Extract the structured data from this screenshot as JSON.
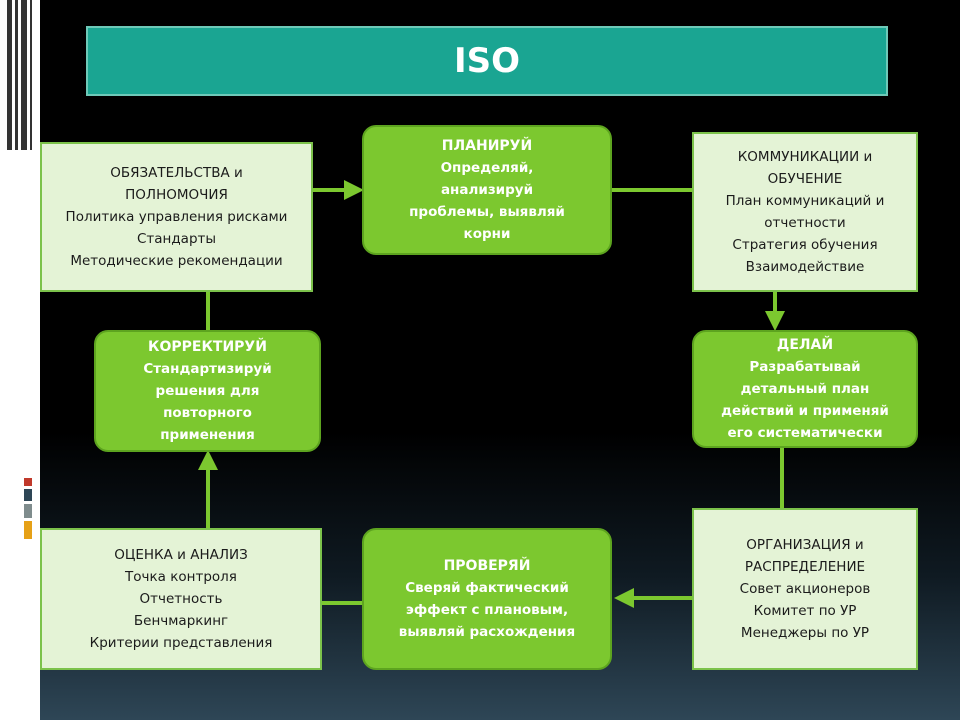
{
  "title": "ISO",
  "colors": {
    "title_bg": "#1aa592",
    "green_box": "#7cc82f",
    "light_box": "#e4f3d6",
    "connector": "#7cc82f"
  },
  "boxes": {
    "obligations": {
      "lines": [
        "ОБЯЗАТЕЛЬСТВА и",
        "ПОЛНОМОЧИЯ",
        "Политика управления рисками",
        "Стандарты",
        "Методические рекомендации"
      ]
    },
    "plan": {
      "lines": [
        "ПЛАНИРУЙ",
        "Определяй,",
        "анализируй",
        "проблемы, выявляй",
        "корни"
      ]
    },
    "communications": {
      "lines": [
        "КОММУНИКАЦИИ и",
        "ОБУЧЕНИЕ",
        "План коммуникаций и",
        "отчетности",
        "Стратегия обучения",
        "Взаимодействие"
      ]
    },
    "correct": {
      "lines": [
        "КОРРЕКТИРУЙ",
        "Стандартизируй",
        "решения для",
        "повторного",
        "применения"
      ]
    },
    "do": {
      "lines": [
        "ДЕЛАЙ",
        "Разрабатывай",
        "детальный план",
        "действий и применяй",
        "его систематически"
      ]
    },
    "assessment": {
      "lines": [
        "ОЦЕНКА и АНАЛИЗ",
        "Точка контроля",
        "Отчетность",
        "Бенчмаркинг",
        "Критерии представления"
      ]
    },
    "check": {
      "lines": [
        "ПРОВЕРЯЙ",
        "Сверяй фактический",
        "эффект с плановым,",
        "выявляй расхождения"
      ]
    },
    "organization": {
      "lines": [
        "ОРГАНИЗАЦИЯ и",
        "РАСПРЕДЕЛЕНИЕ",
        "Совет акционеров",
        "Комитет по УР",
        "Менеджеры по УР"
      ]
    }
  }
}
